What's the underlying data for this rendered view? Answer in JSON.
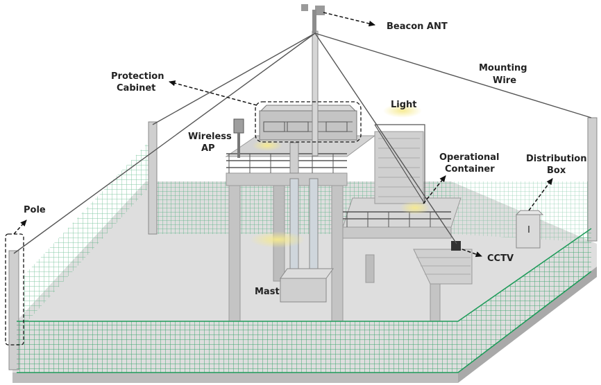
{
  "labels": {
    "beacon_ant": "Beacon ANT",
    "protection_cabinet": [
      "Protection",
      "Cabinet"
    ],
    "mounting_wire": [
      "Mounting",
      "Wire"
    ],
    "light": "Light",
    "wireless_ap": [
      "Wireless",
      "AP"
    ],
    "operational_container": [
      "Operational",
      "Container"
    ],
    "distribution_box": [
      "Distribution",
      "Box"
    ],
    "pole": "Pole",
    "cctv": "CCTV",
    "mast": "Mast"
  },
  "colors": {
    "fence": "#1f9b5a",
    "ground": "#d9d9d9",
    "structure": "#c8c8c8",
    "wire": "#555555",
    "light_glow": "#f3e48a"
  }
}
